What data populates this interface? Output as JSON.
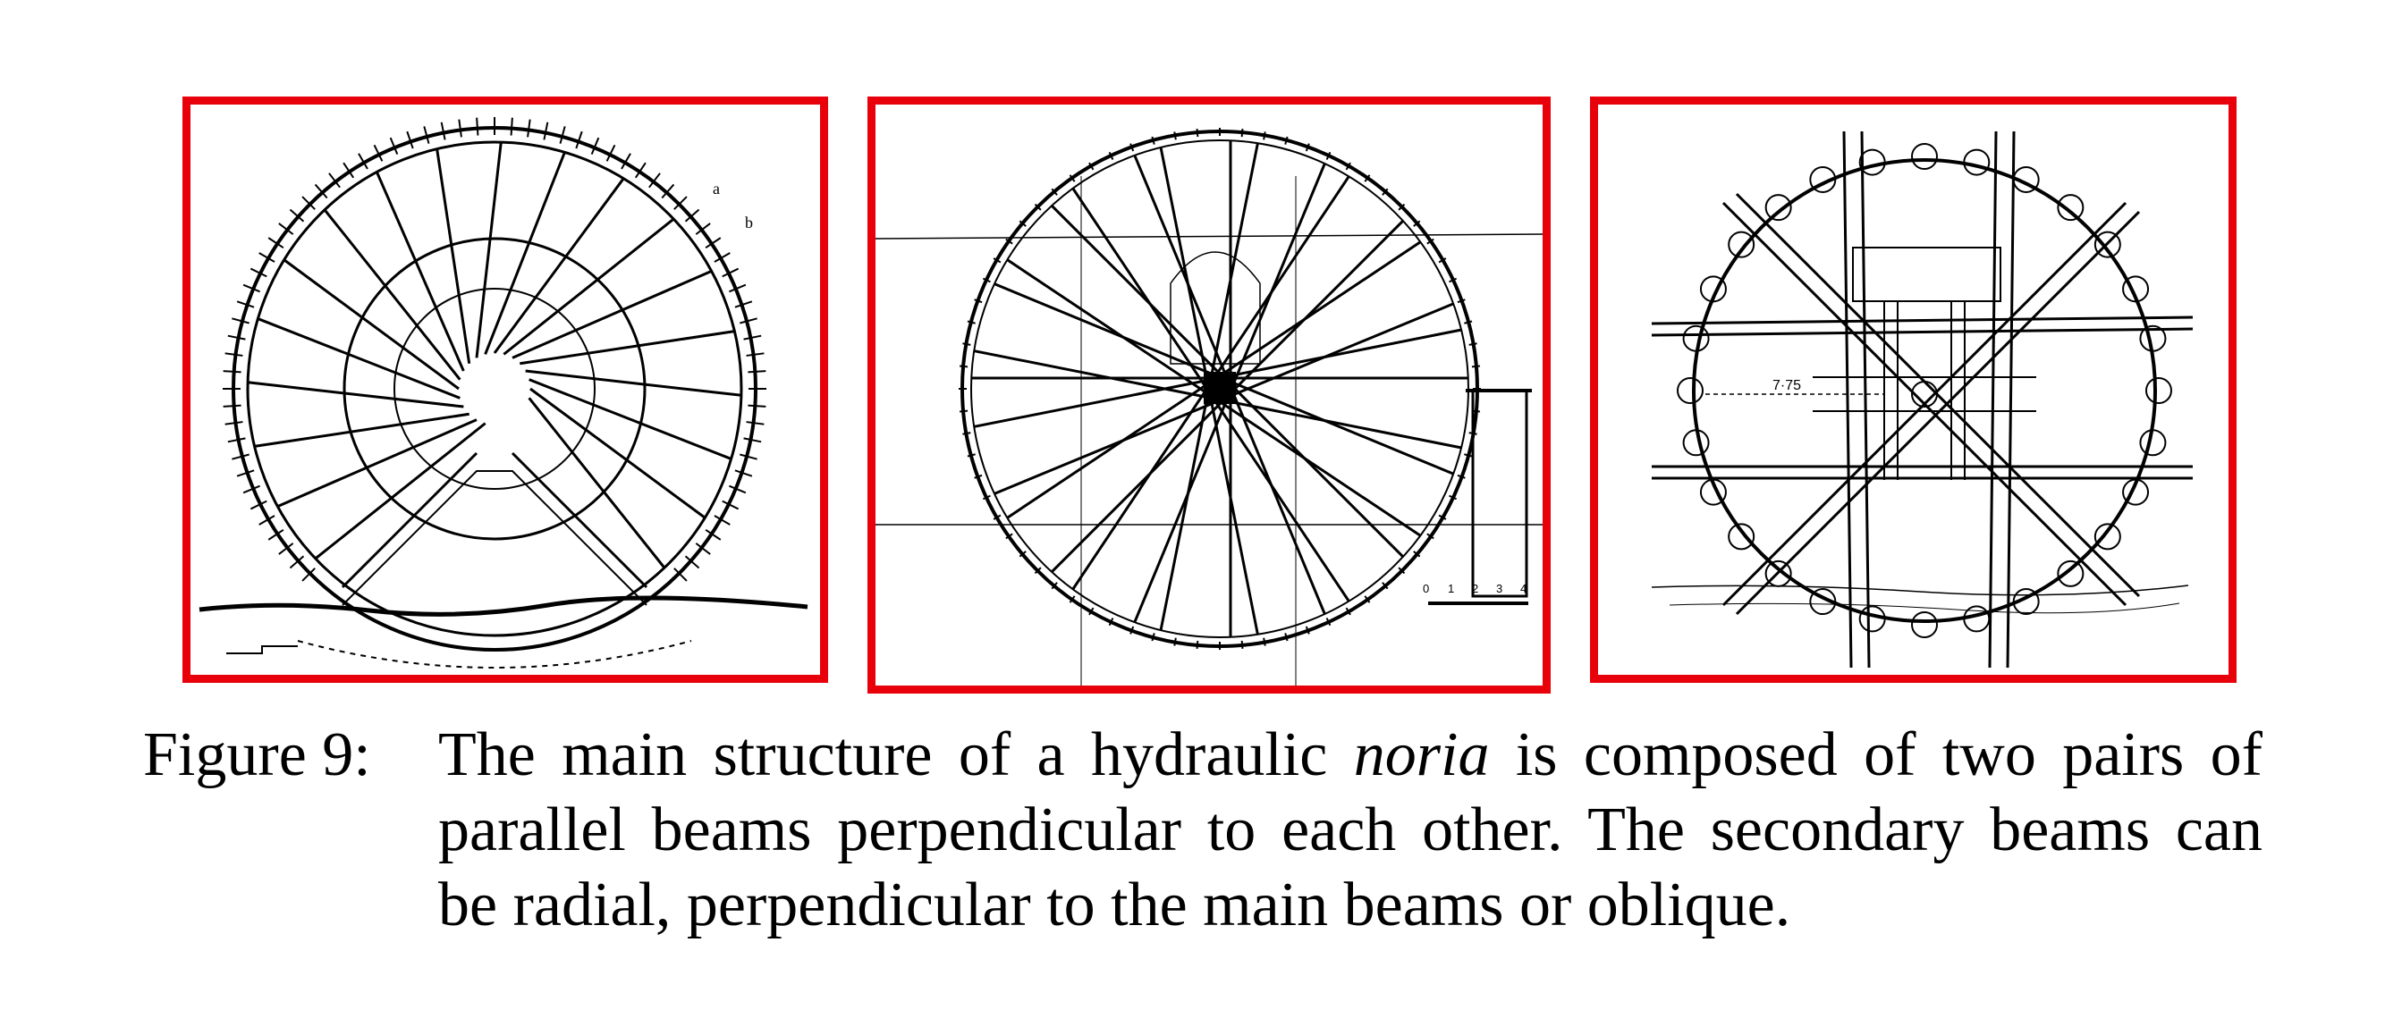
{
  "figure": {
    "label": "Figure 9:",
    "caption_line1_a": "The main structure of a hydraulic ",
    "caption_line1_em": "noria",
    "caption_line1_b": " is composed of two pairs of",
    "caption_line2": "parallel beams perpendicular to each other. The secondary beams can",
    "caption_line3": "be radial, perpendicular to the main beams or oblique."
  },
  "panels": {
    "p1": {
      "annotations": [
        "a",
        "b"
      ]
    },
    "p2": {
      "scale_ticks": [
        "0",
        "1",
        "2",
        "3",
        "4"
      ]
    },
    "p3": {
      "dimension_label": "7·75"
    }
  },
  "colors": {
    "frame": "#e8000b",
    "ink": "#000000"
  }
}
